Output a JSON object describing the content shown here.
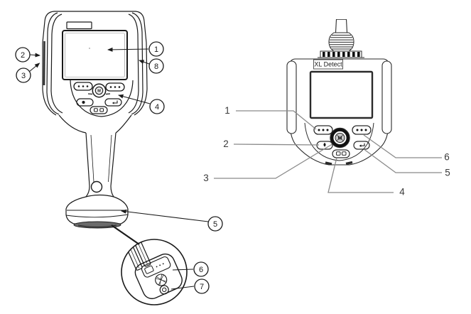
{
  "colors": {
    "ink": "#1a1a1a",
    "right_ink": "#2a2a2a",
    "leader_gray": "#8a8a8a",
    "label_text": "#3a3a3a",
    "background": "#ffffff",
    "bell_shade": "#6b6b6b",
    "joystick_ring": "#111111"
  },
  "glyphs": {
    "joystick": "M"
  },
  "left_view": {
    "callouts": {
      "c1": "1",
      "c2": "2",
      "c3": "3",
      "c4": "4",
      "c5": "5",
      "c6": "6",
      "c7": "7",
      "c8": "8"
    }
  },
  "right_view": {
    "device_label": "XL Detect",
    "labels": {
      "l1": "1",
      "l2": "2",
      "l3": "3",
      "l4": "4",
      "l5": "5",
      "l6": "6"
    }
  }
}
